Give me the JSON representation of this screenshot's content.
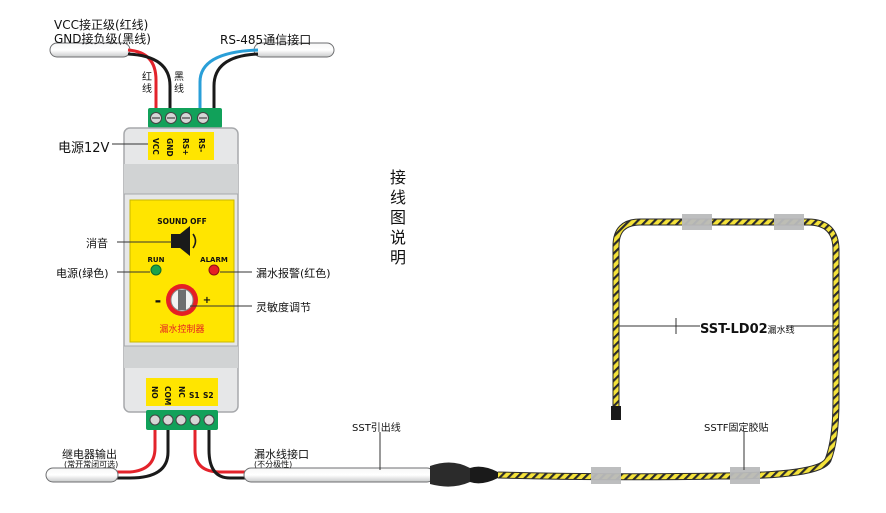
{
  "title": "接线图说明",
  "power_input": {
    "line1": "VCC接正级(红线)",
    "line2": "GND接负级(黑线)",
    "red_wire_label": "红线",
    "black_wire_label": "黑线"
  },
  "rs485_label": "RS-485通信接口",
  "power_label": "电源12V",
  "top_terminals": [
    "VCC",
    "GND",
    "RS+",
    "RS-"
  ],
  "panel": {
    "sound_off": "SOUND OFF",
    "run": "RUN",
    "alarm": "ALARM",
    "minus": "-",
    "plus": "+",
    "name": "漏水控制器"
  },
  "callouts": {
    "mute": "消音",
    "power_green": "电源(绿色)",
    "alarm_red": "漏水报警(红色)",
    "sensitivity": "灵敏度调节"
  },
  "bottom_terminals": [
    "NO",
    "COM",
    "NC",
    "S1",
    "S2"
  ],
  "relay_output": {
    "line1": "继电器输出",
    "line2": "(常开常闭可选)"
  },
  "leak_port": {
    "line1": "漏水线接口",
    "line2": "(不分极性)"
  },
  "sst_lead": "SST引出线",
  "sensor_cable": {
    "model": "SST-LD02",
    "suffix": "漏水线"
  },
  "sstf_label": "SSTF固定胶贴",
  "colors": {
    "red_wire": "#e3232b",
    "blue_wire": "#2a9fd8",
    "black_wire": "#1a1a1a",
    "terminal_green": "#11a15a",
    "panel_yellow": "#ffe500",
    "housing_gray": "#e6e7e8",
    "run_led": "#1aa34a",
    "alarm_led": "#e51f24",
    "knob_red": "#e51f24",
    "cable_yellow": "#f5e33a",
    "tape_gray": "#b9babc"
  }
}
